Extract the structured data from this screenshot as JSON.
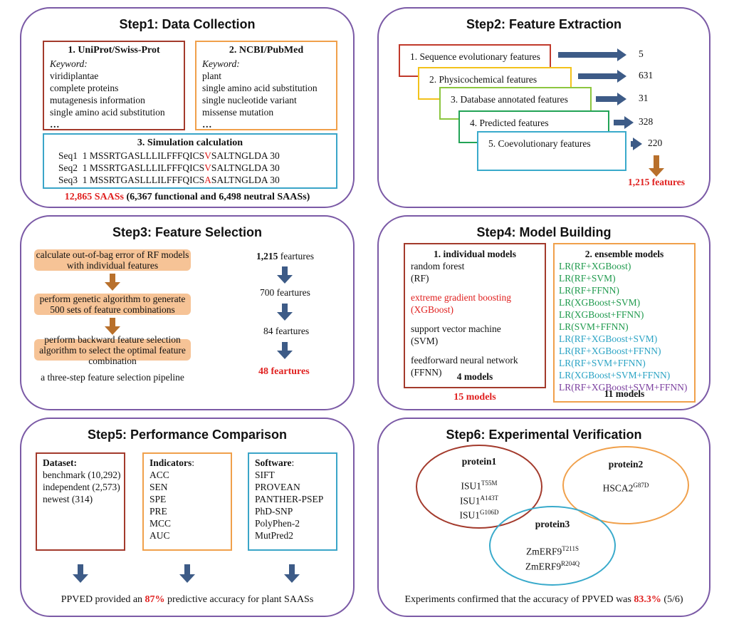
{
  "step1": {
    "title": "Step1: Data Collection",
    "uniprot": {
      "title": "1. UniProt/Swiss-Prot",
      "keyword_label": "Keyword:",
      "items": [
        "viridiplantae",
        "complete proteins",
        "mutagenesis information",
        "single amino acid substitution",
        "…"
      ]
    },
    "ncbi": {
      "title": "2. NCBI/PubMed",
      "keyword_label": "Keyword:",
      "items": [
        "plant",
        "single amino acid substitution",
        "single nucleotide variant",
        "missense mutation",
        "…"
      ]
    },
    "sim": {
      "title": "3. Simulation calculation",
      "rows": [
        {
          "name": "Seq1",
          "start": "1",
          "pre": "MSSRTGASLLLILFFFQICS",
          "mut": "V",
          "post": "SALTNGLDA",
          "end": "30"
        },
        {
          "name": "Seq2",
          "start": "1",
          "pre": "MSSRTGASLLLILFFFQICS",
          "mut": "V",
          "post": "SALTNGLDA",
          "end": "30"
        },
        {
          "name": "Seq3",
          "start": "1",
          "pre": "MSSRTGASLLLILFFFQICS",
          "mut": "A",
          "post": "SALTNGLDA",
          "end": "30"
        }
      ]
    },
    "summary_red": "12,865 SAASs",
    "summary_rest": "(6,367 functional and 6,498 neutral SAASs)"
  },
  "step2": {
    "title": "Step2: Feature Extraction",
    "features": [
      {
        "label": "1. Sequence evolutionary features",
        "count": "5",
        "color": "#c0392b"
      },
      {
        "label": "2. Physicochemical features",
        "count": "631",
        "color": "#f2c21b"
      },
      {
        "label": "3. Database annotated features",
        "count": "31",
        "color": "#8cc63f"
      },
      {
        "label": "4. Predicted features",
        "count": "328",
        "color": "#22a356"
      },
      {
        "label": "5. Coevolutionary features",
        "count": "220",
        "color": "#39aacb"
      }
    ],
    "total": "1,215 features"
  },
  "step3": {
    "title": "Step3: Feature Selection",
    "steps": [
      "calculate out-of-bag error of RF models with individual features",
      "perform genetic algorithm to generate 500 sets of feature combinations",
      "perform backward feature selection algorithm to select the optimal feature combination"
    ],
    "counts": [
      {
        "num": "1,215",
        "unit": "feartures"
      },
      {
        "num": "700",
        "unit": "feartures"
      },
      {
        "num": "84",
        "unit": "feartures"
      },
      {
        "num": "48 feartures",
        "unit": ""
      }
    ],
    "caption": "a three-step feature selection pipeline"
  },
  "step4": {
    "title": "Step4: Model Building",
    "individual": {
      "title": "1. individual models",
      "items": [
        {
          "text": "random forest",
          "sub": "(RF)",
          "red": false
        },
        {
          "text": "extreme gradient boosting",
          "sub": "(XGBoost)",
          "red": true
        },
        {
          "text": "support vector machine",
          "sub": "(SVM)",
          "red": false
        },
        {
          "text": "feedforward neural network",
          "sub": "(FFNN)",
          "red": false
        }
      ],
      "count": "4 models"
    },
    "ensemble": {
      "title": "2. ensemble models",
      "items": [
        {
          "text": "LR(RF+XGBoost)",
          "c": "green"
        },
        {
          "text": "LR(RF+SVM)",
          "c": "green"
        },
        {
          "text": "LR(RF+FFNN)",
          "c": "green"
        },
        {
          "text": "LR(XGBoost+SVM)",
          "c": "green"
        },
        {
          "text": "LR(XGBoost+FFNN)",
          "c": "green"
        },
        {
          "text": "LR(SVM+FFNN)",
          "c": "green"
        },
        {
          "text": "LR(RF+XGBoost+SVM)",
          "c": "cyan"
        },
        {
          "text": "LR(RF+XGBoost+FFNN)",
          "c": "cyan"
        },
        {
          "text": "LR(RF+SVM+FFNN)",
          "c": "cyan"
        },
        {
          "text": "LR(XGBoost+SVM+FFNN)",
          "c": "cyan"
        },
        {
          "text": "LR(RF+XGBoost+SVM+FFNN)",
          "c": "purple"
        }
      ],
      "count": "11 models"
    },
    "total": "15 models"
  },
  "step5": {
    "title": "Step5: Performance Comparison",
    "dataset": {
      "label": "Dataset:",
      "items": [
        "benchmark (10,292)",
        "independent (2,573)",
        "newest (314)"
      ]
    },
    "indicators": {
      "label": "Indicators",
      "colon": ":",
      "items": [
        "ACC",
        "SEN",
        "SPE",
        "PRE",
        "MCC",
        "AUC"
      ]
    },
    "software": {
      "label": "Software",
      "colon": ":",
      "items": [
        "SIFT",
        "PROVEAN",
        "PANTHER-PSEP",
        "PhD-SNP",
        "PolyPhen-2",
        "MutPred2"
      ]
    },
    "conclusion_pre": "PPVED provided an",
    "conclusion_red": "87%",
    "conclusion_post": "predictive accuracy for plant SAASs"
  },
  "step6": {
    "title": "Step6: Experimental Verification",
    "protein1": {
      "title": "protein1",
      "items": [
        {
          "base": "ISU1",
          "sup": "T55M"
        },
        {
          "base": "ISU1",
          "sup": "A143T"
        },
        {
          "base": "ISU1",
          "sup": "G106D"
        }
      ]
    },
    "protein2": {
      "title": "protein2",
      "items": [
        {
          "base": "HSCA2",
          "sup": "G87D"
        }
      ]
    },
    "protein3": {
      "title": "protein3",
      "items": [
        {
          "base": "ZmERF9",
          "sup": "T211S"
        },
        {
          "base": "ZmERF9",
          "sup": "R204Q"
        }
      ]
    },
    "conclusion_pre": "Experiments confirmed that the accuracy of PPVED was",
    "conclusion_red": "83.3%",
    "conclusion_post": "(5/6)"
  },
  "colors": {
    "panel_border": "#7b5aa6",
    "arrow_blue": "#3d5b87",
    "arrow_brown": "#b8702c",
    "step_fill": "#f6c396",
    "red": "#e0201f"
  }
}
